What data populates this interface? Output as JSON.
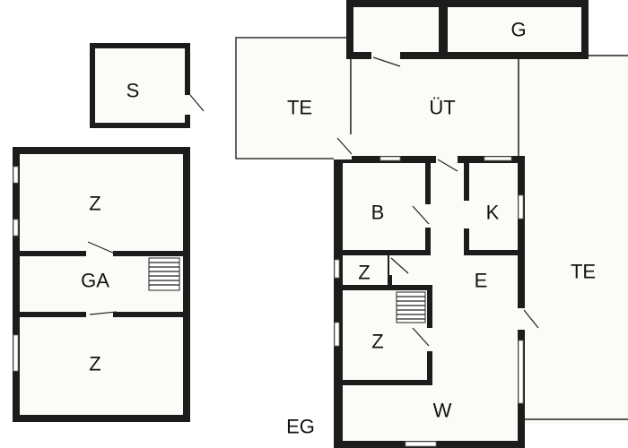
{
  "plan": {
    "floor_label": "EG",
    "rooms": {
      "shed": "S",
      "garden_room_top": "G",
      "terrace_west": "TE",
      "utility": "ÜT",
      "terrace_east": "TE",
      "bath": "B",
      "kitchen": "K",
      "small_room": "Z",
      "hall": "E",
      "room_mid": "Z",
      "living": "W",
      "left_room_top": "Z",
      "left_hall": "GA",
      "left_room_bottom": "Z"
    }
  }
}
